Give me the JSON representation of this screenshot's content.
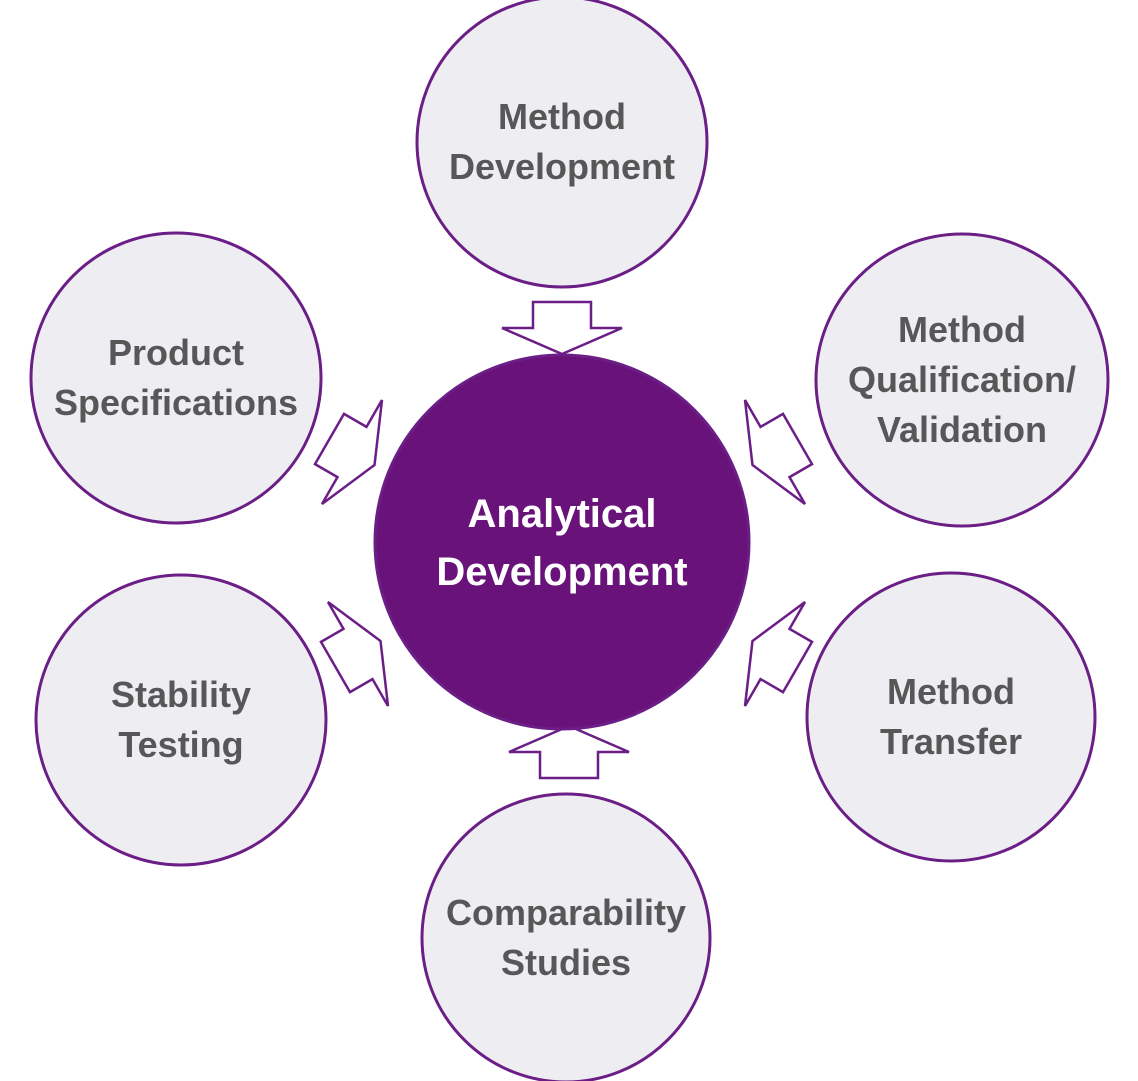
{
  "colors": {
    "center_fill": "#68127A",
    "outline": "#6B1E86",
    "node_fill": "#EEEEF2",
    "node_text": "#575757",
    "center_text": "#FFFFFF",
    "arrow_fill": "#FFFFFF"
  },
  "center": {
    "lines": [
      "Analytical",
      "Development"
    ]
  },
  "nodes": [
    {
      "id": "method-development",
      "lines": [
        "Method",
        "Development"
      ]
    },
    {
      "id": "method-qualification-validation",
      "lines": [
        "Method",
        "Qualification/",
        "Validation"
      ]
    },
    {
      "id": "method-transfer",
      "lines": [
        "Method",
        "Transfer"
      ]
    },
    {
      "id": "comparability-studies",
      "lines": [
        "Comparability",
        "Studies"
      ]
    },
    {
      "id": "stability-testing",
      "lines": [
        "Stability",
        "Testing"
      ]
    },
    {
      "id": "product-specifications",
      "lines": [
        "Product",
        "Specifications"
      ]
    }
  ]
}
